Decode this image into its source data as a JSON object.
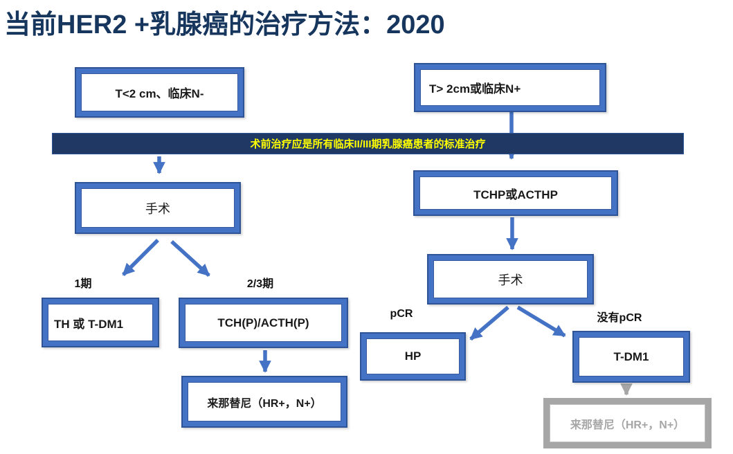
{
  "title": "当前HER2 +乳腺癌的治疗方法：2020",
  "banner": {
    "text": "术前治疗应是所有临床II/III期乳腺癌患者的标准治疗"
  },
  "nodes": {
    "t_small_n_neg": "T<2 cm、临床N-",
    "t_large_n_pos": "T> 2cm或临床N+",
    "surgery_left": "手术",
    "th_or_tdm1": "TH 或 T-DM1",
    "tch_acth": "TCH(P)/ACTH(P)",
    "neratinib_left": "来那替尼（HR+，N+）",
    "tchp_acthp": "TCHP或ACTHP",
    "surgery_right": "手术",
    "hp": "HP",
    "tdm1": "T-DM1",
    "neratinib_gray": "来那替尼（HR+，N+）"
  },
  "labels": {
    "stage1": "1期",
    "stage23": "2/3期",
    "pcr": "pCR",
    "no_pcr": "没有pCR"
  },
  "colors": {
    "title_navy": "#17365D",
    "banner_bg": "#1F3864",
    "banner_text": "#FFFF00",
    "node_frame_blue": "#4472C4",
    "node_outline_dark": "#2E5496",
    "arrow_blue": "#4472C4",
    "inactive_gray": "#A6A6A6"
  }
}
